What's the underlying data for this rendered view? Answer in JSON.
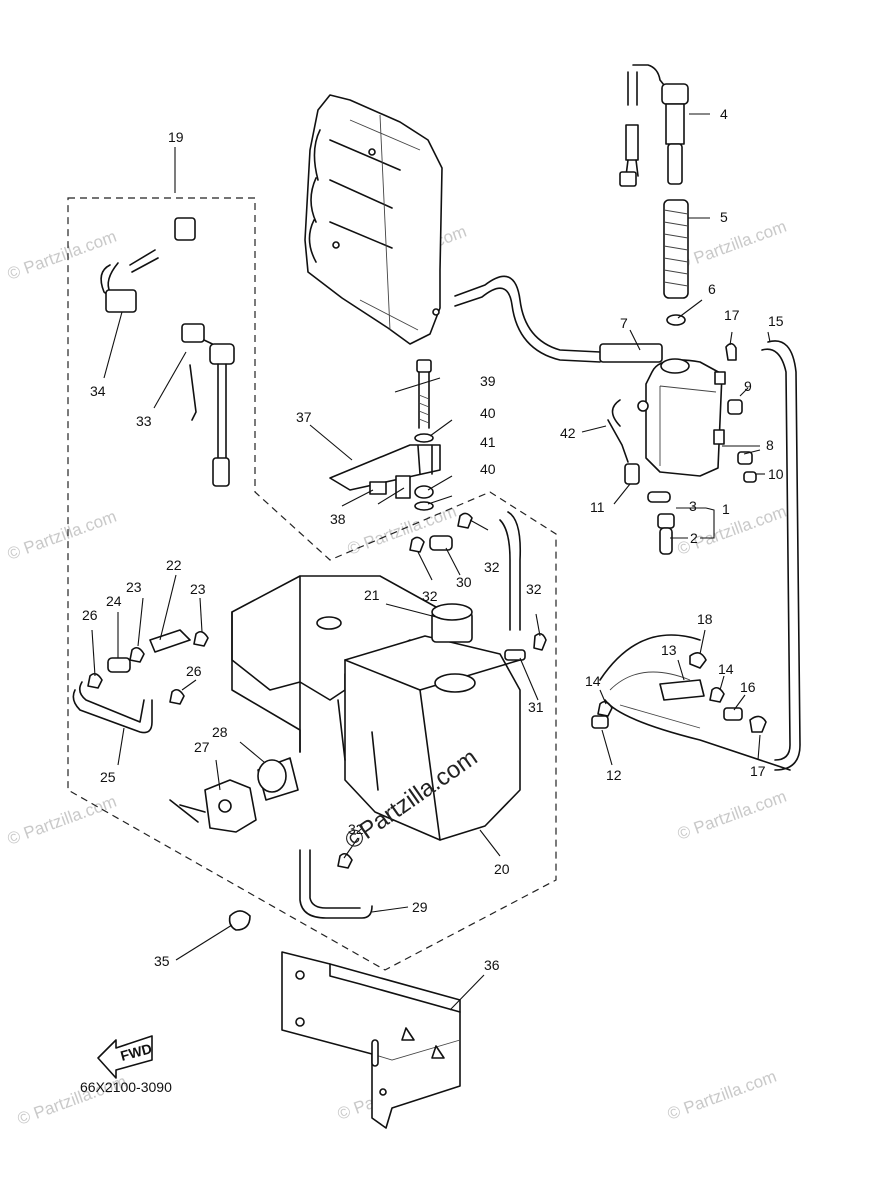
{
  "diagram": {
    "part_code": "66X2100-3090",
    "direction_label": "FWD",
    "center_watermark": "©Partzilla.com",
    "watermark_text": "© Partzilla.com",
    "callouts": {
      "c1": "1",
      "c2": "2",
      "c3": "3",
      "c4": "4",
      "c5": "5",
      "c6": "6",
      "c7": "7",
      "c8": "8",
      "c9": "9",
      "c10": "10",
      "c11": "11",
      "c12": "12",
      "c13": "13",
      "c14a": "14",
      "c14b": "14",
      "c15": "15",
      "c16": "16",
      "c17a": "17",
      "c17b": "17",
      "c18": "18",
      "c19": "19",
      "c20": "20",
      "c21": "21",
      "c22": "22",
      "c23a": "23",
      "c23b": "23",
      "c24": "24",
      "c25": "25",
      "c26a": "26",
      "c26b": "26",
      "c27": "27",
      "c28": "28",
      "c29": "29",
      "c30": "30",
      "c31": "31",
      "c32a": "32",
      "c32b": "32",
      "c32c": "32",
      "c32d": "32",
      "c33": "33",
      "c34": "34",
      "c35": "35",
      "c36": "36",
      "c37": "37",
      "c38": "38",
      "c39": "39",
      "c40a": "40",
      "c40b": "40",
      "c41": "41",
      "c42": "42"
    }
  }
}
